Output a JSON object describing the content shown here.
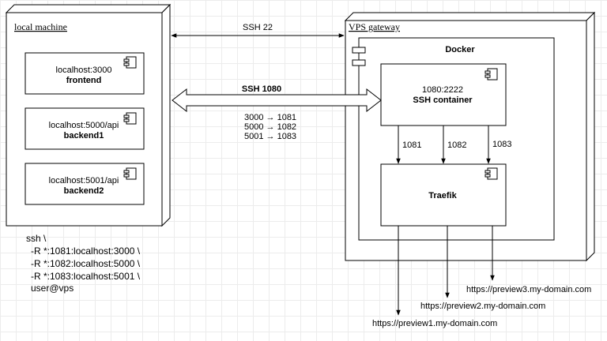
{
  "nodes": {
    "local": {
      "title": "local machine"
    },
    "vps": {
      "title": "VPS gateway"
    },
    "docker": {
      "title": "Docker"
    }
  },
  "components": {
    "frontend": {
      "line1": "localhost:3000",
      "line2": "frontend"
    },
    "backend1": {
      "line1": "localhost:5000/api",
      "line2": "backend1"
    },
    "backend2": {
      "line1": "localhost:5001/api",
      "line2": "backend2"
    },
    "ssh_container": {
      "line1": "1080:2222",
      "line2": "SSH container"
    },
    "traefik": {
      "line1": "Traefik"
    }
  },
  "edges": {
    "ssh22": "SSH 22",
    "ssh1080": "SSH 1080",
    "mappings": [
      "3000 → 1081",
      "5000 → 1082",
      "5001 → 1083"
    ],
    "ports": [
      "1081",
      "1082",
      "1083"
    ],
    "urls": [
      "https://preview1.my-domain.com",
      "https://preview2.my-domain.com",
      "https://preview3.my-domain.com"
    ]
  },
  "command": [
    "ssh \\",
    "-R *:1081:localhost:3000 \\",
    "-R *:1082:localhost:5000 \\",
    "-R *:1083:localhost:5001 \\",
    "user@vps"
  ]
}
